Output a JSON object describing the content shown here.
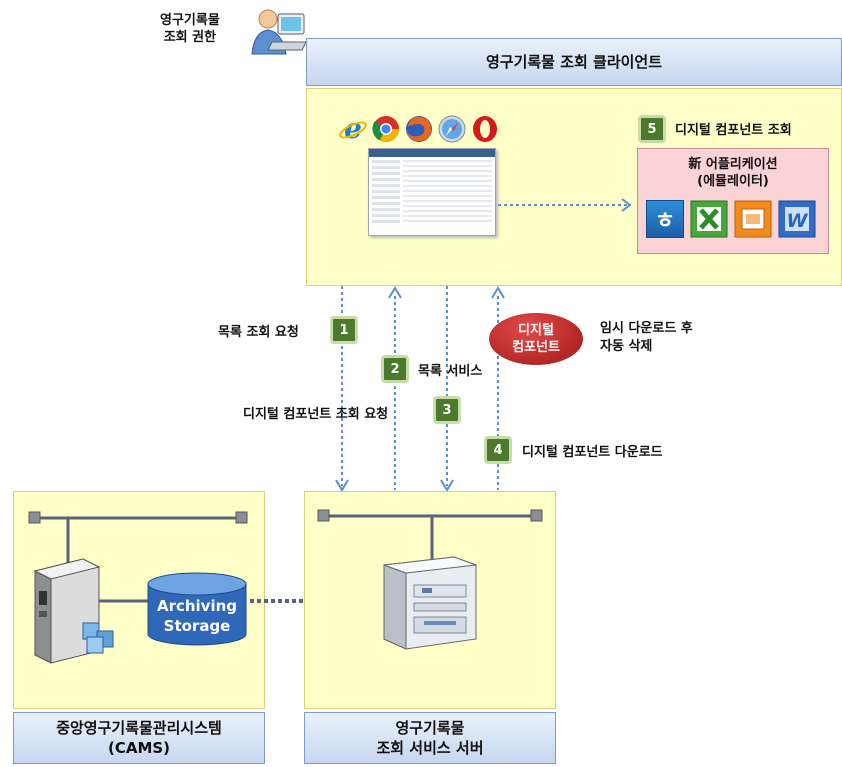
{
  "user": {
    "label_line1": "영구기록물",
    "label_line2": "조회 권한"
  },
  "client": {
    "title": "영구기록물 조회 클라이언트"
  },
  "browsers": [
    "ie-icon",
    "chrome-icon",
    "firefox-icon",
    "safari-icon",
    "opera-icon"
  ],
  "step5": {
    "number": "5",
    "label": "디지털 컴포넌트 조회"
  },
  "app_box": {
    "line1": "新 어플리케이션",
    "line2": "(에뮬레이터)",
    "apps": [
      "hwp-icon",
      "excel-icon",
      "powerpoint-icon",
      "word-icon"
    ],
    "hwp_glyph": "ㅎ"
  },
  "steps": [
    {
      "number": "1",
      "label": "목록 조회 요청"
    },
    {
      "number": "2",
      "label": "목록 서비스"
    },
    {
      "number": "3",
      "label": "디지털 컴포넌트 조회 요청"
    },
    {
      "number": "4",
      "label": "디지털 컴포넌트 다운로드"
    }
  ],
  "digital_component": {
    "line1": "디지털",
    "line2": "컴포넌트"
  },
  "temp_note": {
    "line1": "임시 다운로드 후",
    "line2": "자동 삭제"
  },
  "storage": {
    "line1": "Archiving",
    "line2": "Storage"
  },
  "cams": {
    "line1": "중앙영구기록물관리시스템",
    "line2": "(CAMS)"
  },
  "server": {
    "line1": "영구기록물",
    "line2": "조회 서비스 서버"
  },
  "colors": {
    "yellow_bg": "#ffffc8",
    "step_green": "#4c7a2b",
    "arrow_blue": "#5b8fd0",
    "blue_bar": "#c6d7ef",
    "red_oval": "#b02020"
  }
}
